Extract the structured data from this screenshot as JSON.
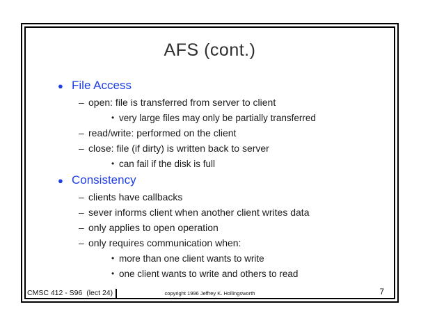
{
  "slide": {
    "title": "AFS (cont.)",
    "colors": {
      "heading_blue": "#1e3ee8",
      "body_text": "#1a1a1a",
      "border": "#000000",
      "background": "#ffffff"
    },
    "bullets": {
      "level1": "●",
      "level2": "–",
      "level3": "•"
    },
    "sections": [
      {
        "heading": "File Access",
        "items": [
          {
            "level": 2,
            "text": "open: file is transferred from server to client"
          },
          {
            "level": 3,
            "text": "very large files may only be partially transferred"
          },
          {
            "level": 2,
            "text": "read/write: performed on the client"
          },
          {
            "level": 2,
            "text": "close: file (if dirty) is written back to server"
          },
          {
            "level": 3,
            "text": "can fail if the disk is full"
          }
        ]
      },
      {
        "heading": "Consistency",
        "items": [
          {
            "level": 2,
            "text": "clients have callbacks"
          },
          {
            "level": 2,
            "text": "sever informs client when another client writes data"
          },
          {
            "level": 2,
            "text": "only applies to open operation"
          },
          {
            "level": 2,
            "text": "only requires communication when:"
          },
          {
            "level": 3,
            "text": "more than one client wants to write"
          },
          {
            "level": 3,
            "text": "one client wants to write and others to read"
          }
        ]
      }
    ],
    "footer": {
      "left": "CMSC 412 - S96  (lect 24)",
      "center": "copyright 1996 Jeffrey K. Hollingsworth",
      "page_number": "7"
    }
  }
}
